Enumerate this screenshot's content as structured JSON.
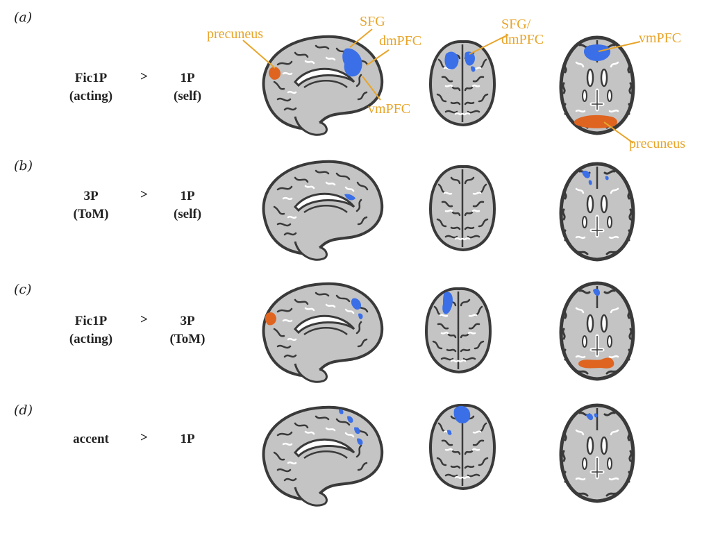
{
  "rows": [
    {
      "id": "a",
      "label": "(a)",
      "left_main": "Fic1P",
      "left_sub": "(acting)",
      "op": ">",
      "right_main": "1P",
      "right_sub": "(self)"
    },
    {
      "id": "b",
      "label": "(b)",
      "left_main": "3P",
      "left_sub": "(ToM)",
      "op": ">",
      "right_main": "1P",
      "right_sub": "(self)"
    },
    {
      "id": "c",
      "label": "(c)",
      "left_main": "Fic1P",
      "left_sub": "(acting)",
      "op": ">",
      "right_main": "3P",
      "right_sub": "(ToM)"
    },
    {
      "id": "d",
      "label": "(d)",
      "left_main": "accent",
      "left_sub": "",
      "op": ">",
      "right_main": "1P",
      "right_sub": ""
    }
  ],
  "annotations": {
    "precuneus_sag": "precuneus",
    "sfg": "SFG",
    "dmpfc": "dmPFC",
    "vmpfc_sag": "vmPFC",
    "sfg_dmpfc_line1": "SFG/",
    "sfg_dmpfc_line2": "dmPFC",
    "vmpfc_ax": "vmPFC",
    "precuneus_ax": "precuneus"
  },
  "colors": {
    "brain_fill": "#c4c4c4",
    "brain_stroke": "#3a3a3a",
    "activation_blue": "#3a6fe8",
    "activation_orange": "#de6420",
    "annotation": "#e8a52a"
  }
}
